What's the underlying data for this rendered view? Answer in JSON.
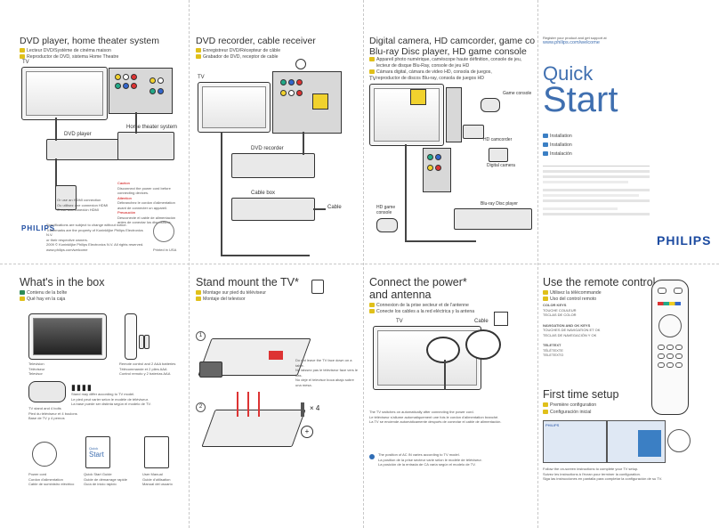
{
  "top": {
    "p1": {
      "title": "DVD player, home theater system",
      "subs": [
        "Lecteur DVD/Système de cinéma maison",
        "Reproductor de DVD, sistema Home Theatre"
      ],
      "tv_label": "TV",
      "dvd_label": "DVD player",
      "ht_label": "Home theater system",
      "legend": [
        "Or use an HDMI connection",
        "Ou utilisez une connexion HDMI",
        "O use una conexión HDMI"
      ],
      "caution": [
        "Caution",
        "Disconnect the power cord before connecting devices.",
        "Attention",
        "Débranchez le cordon d'alimentation avant de connecter un appareil.",
        "Precaución",
        "Desconecte el cable de alimentación antes de conectar los dispositivos."
      ],
      "brand_lines": [
        "Specifications are subject to change without notice.",
        "Trademarks are the property of Koninklijke Philips Electronics N.V.",
        "or their respective owners.",
        "2009 © Koninklijke Philips Electronics N.V. All rights reserved.",
        "www.philips.com/welcome"
      ],
      "printed": "Printed in USA",
      "logo": "PHILIPS"
    },
    "p2": {
      "title": "DVD recorder, cable receiver",
      "subs": [
        "Enregistreur DVD/Récepteur de câble",
        "Grabador de DVD, receptor de cable"
      ],
      "tv_label": "TV",
      "dvdr_label": "DVD recorder",
      "cable_box_label": "Cable box",
      "cable_label": "Cable"
    },
    "p3": {
      "title": "Digital camera, HD camcorder, game console,",
      "title2": "Blu-ray Disc player, HD game console",
      "subs": [
        "Appareil photo numérique, caméscope haute définition, console de jeu,",
        "lecteur de disque Blu-Ray, console de jeu HD",
        "Cámara digital, cámara de video HD, consola de juegos,",
        "reproductor de discos Blu-ray, consola de juegos HD"
      ],
      "tv_label": "TV",
      "game_label": "Game console",
      "hd_cam_label": "HD camcorder",
      "cam_label": "Digital camera",
      "hd_game_label": "HD game console",
      "bluray_label": "Blu-ray Disc player"
    },
    "p4": {
      "register": "Register your product and get support at",
      "url": "www.philips.com/welcome",
      "quick": "Quick",
      "start": "Start",
      "langs": [
        "Installation",
        "Installation",
        "Instalación"
      ],
      "logo": "PHILIPS"
    }
  },
  "bottom": {
    "p1": {
      "title": "What's in the box",
      "subs": [
        "Contenu de la boîte",
        "Qué hay en la caja"
      ],
      "tv": [
        "Television",
        "Téléviseur",
        "Televisor"
      ],
      "remote": [
        "Remote control and 2 AAA batteries",
        "Télécommande et 2 piles AAA",
        "Control remoto y 2 baterías AAA"
      ],
      "stand": [
        "TV stand and 4 bolts",
        "Pied du téléviseur et 4 boulons",
        "Base de TV y 4 pernos"
      ],
      "note": [
        "Stand may differ according to TV model.",
        "Le pied peut varier selon le modèle de téléviseur.",
        "La base puede ser distinta según el modelo de TV."
      ],
      "cord": [
        "Power cord",
        "Cordon d'alimentation",
        "Cable de suministro eléctrico"
      ],
      "qsg": [
        "Quick Start Guide",
        "Guide de démarrage rapide",
        "Guía de inicio rápido"
      ],
      "manual": [
        "User Manual",
        "Guide d'utilisation",
        "Manual del usuario"
      ],
      "qsg_cover": [
        "Quick",
        "Start"
      ]
    },
    "p2": {
      "title": "Stand mount the TV*",
      "subs": [
        "Montage sur pied du téléviseur",
        "Montaje del televisor"
      ],
      "step1": "1",
      "step2": "2",
      "x4": "× 4",
      "notes": [
        "Do not leave the TV face down on a table.",
        "Ne laissez pas le téléviseur face vers le bas.",
        "No deje el televisor boca abajo sobre una mesa."
      ]
    },
    "p3": {
      "title": "Connect the power*",
      "title2": "and antenna",
      "subs": [
        "Connexion de la prise secteur et de l'antenne",
        "Conecte los cables a la red eléctrica y la antena"
      ],
      "tv_label": "TV",
      "cable_label": "Cable",
      "notes": [
        "The TV switches on automatically after connecting the power cord.",
        "Le téléviseur s'allume automatiquement une fois le cordon d'alimentation branché.",
        "La TV se enciende automáticamente después de conectar el cable de alimentación."
      ],
      "notes2": [
        "The position of AC IN varies according to TV model.",
        "La position de la prise secteur varie selon le modèle de téléviseur.",
        "La posición de la entrada de CA varía según el modelo de TV."
      ]
    },
    "p4": {
      "title": "Use the remote control",
      "subs": [
        "Utilisez la télécommande",
        "Uso del control remoto"
      ],
      "callouts": [
        "COLOR KEYS",
        "TOUCHE COULEUR",
        "TECLAS DE COLOR",
        "NAVIGATION AND OK KEYS",
        "TOUCHES DE NAVIGATION ET OK",
        "TECLAS DE NAVEGACIÓN Y OK",
        "TELETEXT",
        "TÉLÉTEXTE",
        "TELETEXTO"
      ],
      "setup_title": "First time setup",
      "setup_subs": [
        "Première configuration",
        "Configuración inicial"
      ],
      "setup_notes": [
        "Follow the on-screen instructions to complete your TV setup.",
        "Suivez les instructions à l'écran pour terminer la configuration.",
        "Siga las instrucciones en pantalla para completar la configuración de su TV."
      ],
      "screen_label": "PHILIPS"
    }
  },
  "colors": {
    "accent_blue": "#3f6fb0",
    "brand_blue": "#1b4aa0",
    "bullet_yellow": "#e0c01a",
    "bullet_green": "#2e8b57"
  }
}
